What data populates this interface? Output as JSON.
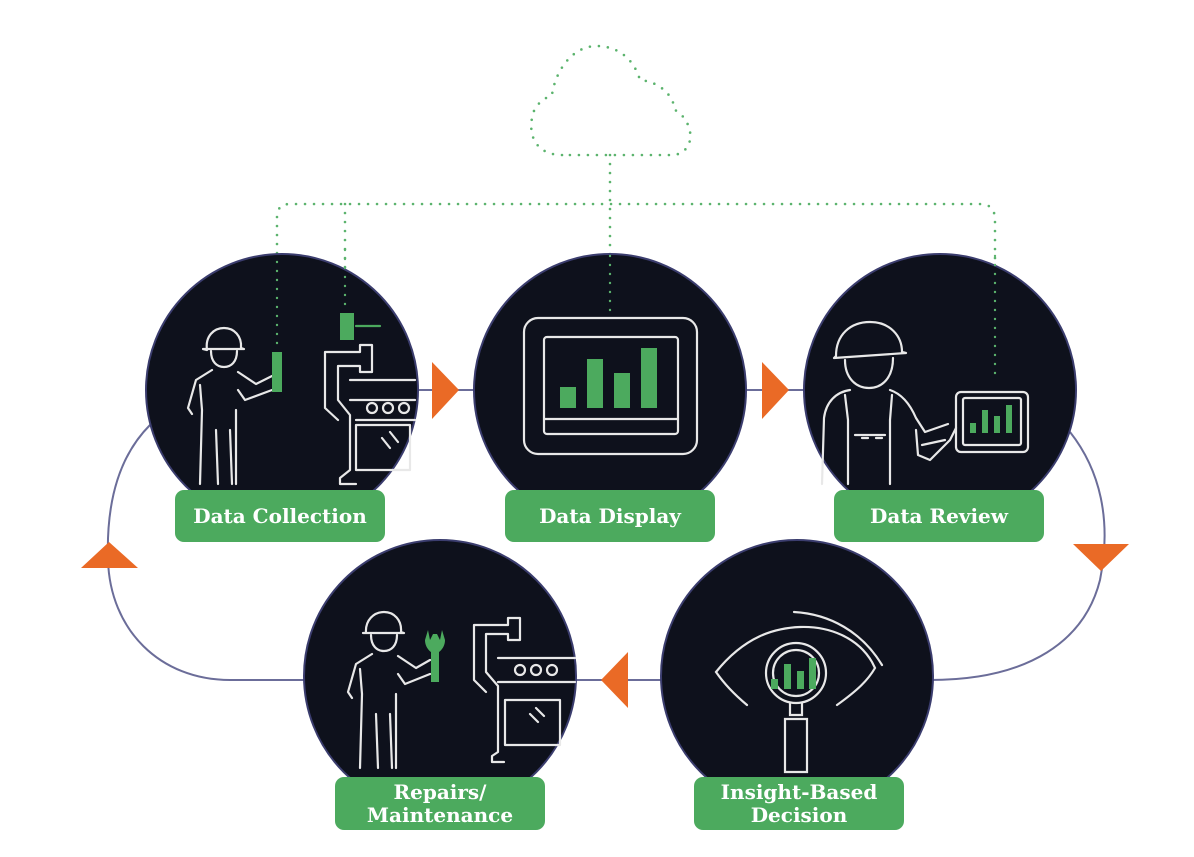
{
  "diagram": {
    "title": "",
    "colors": {
      "circle_fill": "#0e111c",
      "circle_stroke": "#3b3d6e",
      "label_bg": "#4caa5e",
      "label_text": "#ffffff",
      "accent_green": "#4caa5e",
      "arrow": "#ea6a26",
      "loop_line": "#6b6d99",
      "dotted_network": "#5bb36d",
      "icon_stroke": "#e8e8e8"
    },
    "steps": [
      {
        "id": "data-collection",
        "label_lines": [
          "Data Collection"
        ],
        "icon": "worker-with-sensor-and-machine-icon"
      },
      {
        "id": "data-display",
        "label_lines": [
          "Data Display"
        ],
        "icon": "tablet-bar-chart-icon"
      },
      {
        "id": "data-review",
        "label_lines": [
          "Data Review"
        ],
        "icon": "worker-pointing-at-chart-icon"
      },
      {
        "id": "insight-based-decision",
        "label_lines": [
          "Insight-Based",
          "Decision"
        ],
        "icon": "eye-magnifier-chart-icon"
      },
      {
        "id": "repairs-maintenance",
        "label_lines": [
          "Repairs/",
          "Maintenance"
        ],
        "icon": "worker-with-wrench-and-machine-icon"
      }
    ],
    "flow": [
      {
        "from": "data-collection",
        "to": "data-display",
        "arrow": "right"
      },
      {
        "from": "data-display",
        "to": "data-review",
        "arrow": "right"
      },
      {
        "from": "data-review",
        "to": "insight-based-decision",
        "arrow": "down"
      },
      {
        "from": "insight-based-decision",
        "to": "repairs-maintenance",
        "arrow": "left"
      },
      {
        "from": "repairs-maintenance",
        "to": "data-collection",
        "arrow": "up"
      }
    ],
    "cloud": {
      "icon": "cloud-icon",
      "connected_to": [
        "data-collection",
        "data-display",
        "data-review"
      ]
    }
  }
}
